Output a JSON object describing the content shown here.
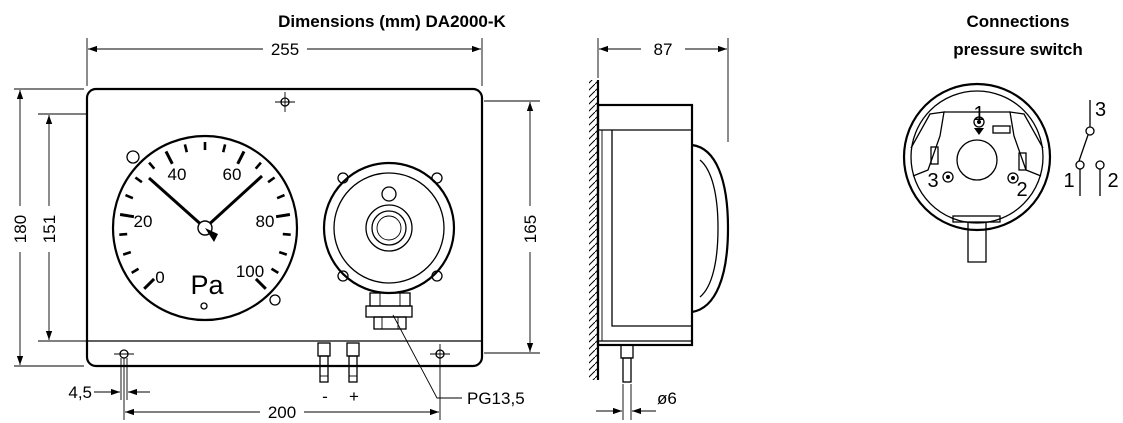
{
  "front_view": {
    "title": "Dimensions (mm) DA2000-K",
    "dim_width": "255",
    "dim_height_outer": "180",
    "dim_height_inner": "151",
    "dim_height_right": "165",
    "dim_hole_spacing": "200",
    "dim_hole_diameter": "4,5",
    "gauge": {
      "unit": "Pa",
      "scale": [
        "0",
        "20",
        "40",
        "60",
        "80",
        "100"
      ]
    },
    "port_minus": "-",
    "port_plus": "+",
    "gland_label": "PG13,5"
  },
  "side_view": {
    "dim_depth": "87",
    "dim_tube": "ø6"
  },
  "connections": {
    "title_line1": "Connections",
    "title_line2": "pressure switch",
    "terminal_1": "1",
    "terminal_2": "2",
    "terminal_3": "3",
    "switch_3": "3",
    "switch_1": "1",
    "switch_2": "2"
  }
}
